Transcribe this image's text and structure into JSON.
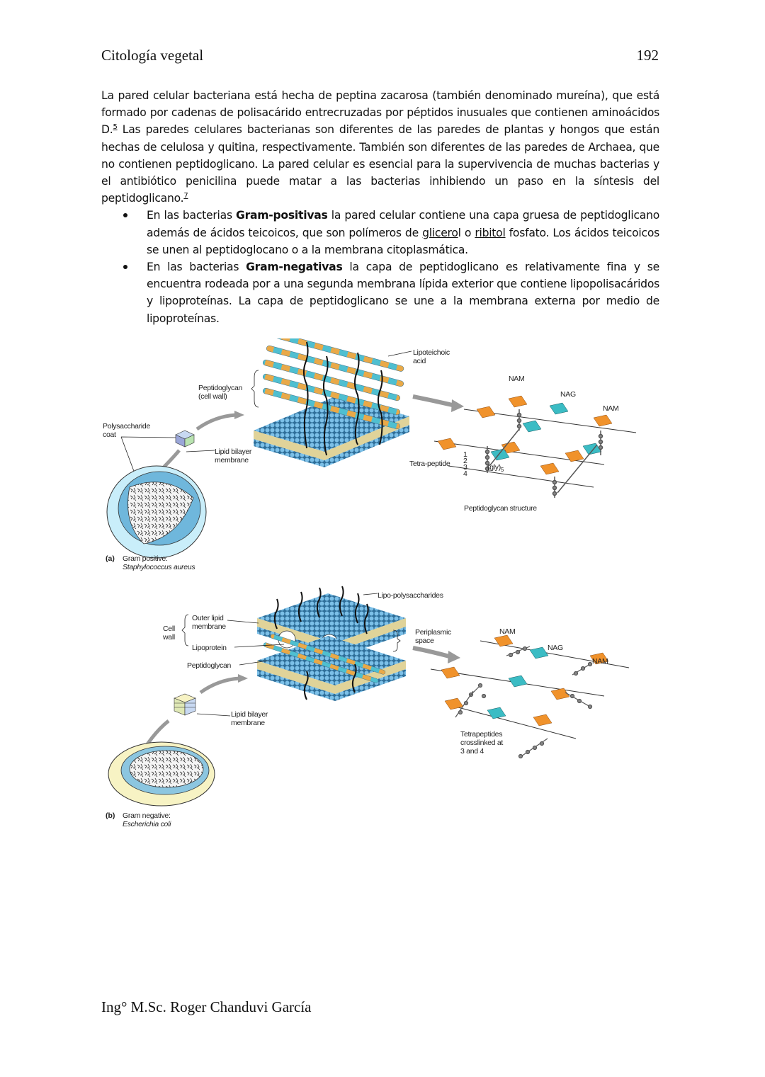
{
  "header": {
    "title": "Citología vegetal",
    "page_number": "192"
  },
  "paragraph": {
    "p1": "La pared celular bacteriana está hecha de peptina zacarosa (también denominado mureína), que está formado por cadenas de polisacárido entrecruzadas por péptidos inusuales que contienen aminoácidos D.",
    "ref1": "5",
    "p2": " Las paredes celulares bacterianas son diferentes de las paredes de plantas y hongos que están hechas de celulosa y quitina, respectivamente. También son diferentes de las paredes de Archaea, que no contienen peptidoglicano. La pared celular es esencial para la supervivencia de muchas bacterias y el antibiótico penicilina puede matar a las bacterias inhibiendo un paso en la síntesis del peptidoglicano.",
    "ref2": "7"
  },
  "bullets": [
    {
      "pre": "En las bacterias ",
      "bold": "Gram-positivas",
      "mid": " la pared celular contiene una capa gruesa de peptidoglicano además de ácidos teicoicos, que son polímeros de ",
      "link1": "glicero",
      "mid2": "l o ",
      "link2": "ribitol",
      "post": " fosfato. Los ácidos teicoicos se unen al peptidoglocano o a la membrana citoplasmática."
    },
    {
      "pre": "En las bacterias ",
      "bold": "Gram-negativas",
      "mid": " la capa de peptidoglicano es relativamente fina y se encuentra rodeada por a una segunda membrana lípida exterior que contiene lipopolisacáridos y lipoproteínas. La capa de peptidoglicano se une a la membrana externa por medio de lipoproteínas.",
      "link1": "",
      "mid2": "",
      "link2": "",
      "post": ""
    }
  ],
  "figure_a": {
    "lipoteichoic_1": "Lipoteichoic",
    "lipoteichoic_2": "acid",
    "peptidoglycan_1": "Peptidoglycan",
    "peptidoglycan_2": "(cell wall)",
    "polysaccharide_1": "Polysaccharide",
    "polysaccharide_2": "coat",
    "lipid_bilayer_1": "Lipid bilayer",
    "lipid_bilayer_2": "membrane",
    "nam1": "NAM",
    "nag": "NAG",
    "nam2": "NAM",
    "tetra_peptide": "Tetra-peptide",
    "gly": "(gly)",
    "gly_sub": "5",
    "nums": [
      "1",
      "2",
      "3",
      "4"
    ],
    "structure": "Peptidoglycan structure",
    "caption_letter": "(a)",
    "caption_1": "Gram positive:",
    "caption_2": "Staphylococcus aureus"
  },
  "figure_b": {
    "lipo_poly": "Lipo-polysaccharides",
    "cell_1": "Cell",
    "cell_2": "wall",
    "outer_1": "Outer lipid",
    "outer_2": "membrane",
    "lipoprotein": "Lipoprotein",
    "peptidoglycan": "Peptidoglycan",
    "periplasmic_1": "Periplasmic",
    "periplasmic_2": "space",
    "lipid_bilayer_1": "Lipid bilayer",
    "lipid_bilayer_2": "membrane",
    "nam1": "NAM",
    "nag": "NAG",
    "nam2": "NAM",
    "tetra_1": "Tetrapeptides",
    "tetra_2": "crosslinked at",
    "tetra_3": "3 and 4",
    "caption_letter": "(b)",
    "caption_1": "Gram negative:",
    "caption_2": "Escherichia coli"
  },
  "colors": {
    "orange": "#f0922b",
    "teal": "#3bbcc4",
    "blue_bead": "#5aa8d8",
    "cell_a": "#c9eefa",
    "cell_b": "#f7f3c4"
  },
  "footer": {
    "author": "Ing° M.Sc. Roger Chanduvi García"
  }
}
